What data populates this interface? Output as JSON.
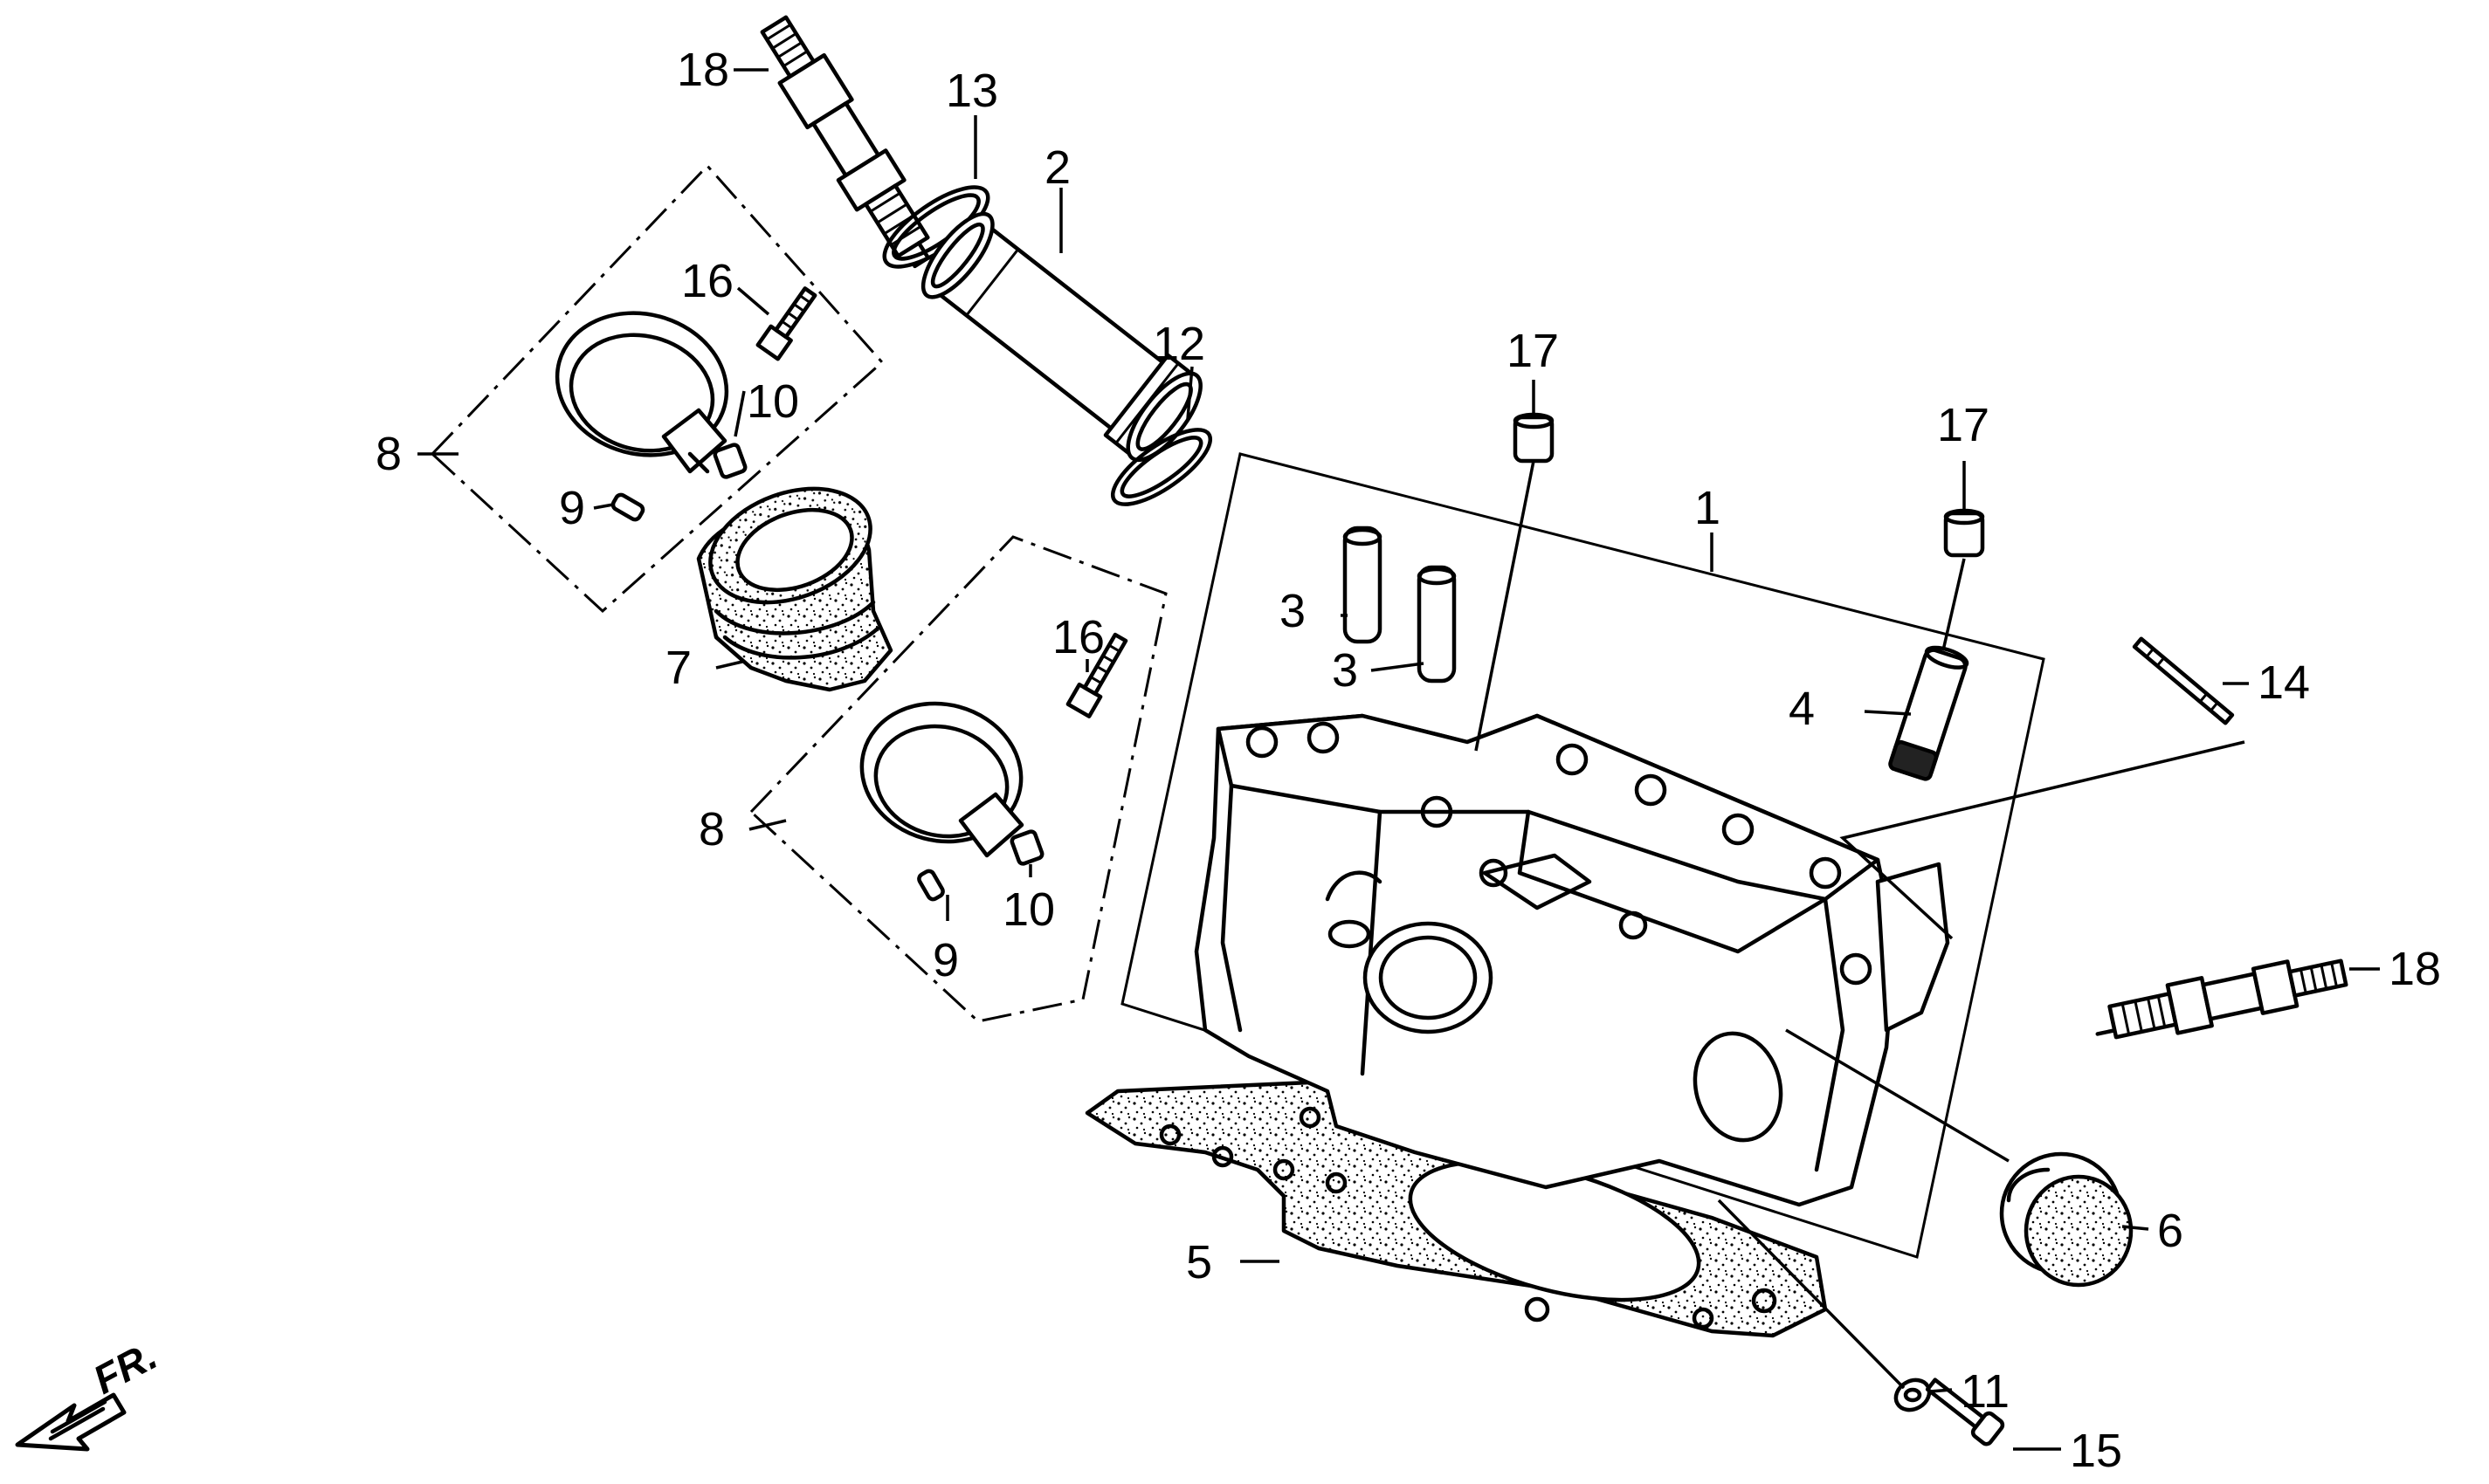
{
  "diagram": {
    "direction_label": "FR.",
    "callouts": [
      "18",
      "13",
      "2",
      "16",
      "10",
      "8",
      "9",
      "12",
      "7",
      "17",
      "1",
      "17",
      "3",
      "3",
      "16",
      "4",
      "14",
      "8",
      "10",
      "9",
      "18",
      "6",
      "5",
      "11",
      "15"
    ],
    "colors": {
      "ink": "#000000",
      "paper": "#ffffff"
    }
  }
}
